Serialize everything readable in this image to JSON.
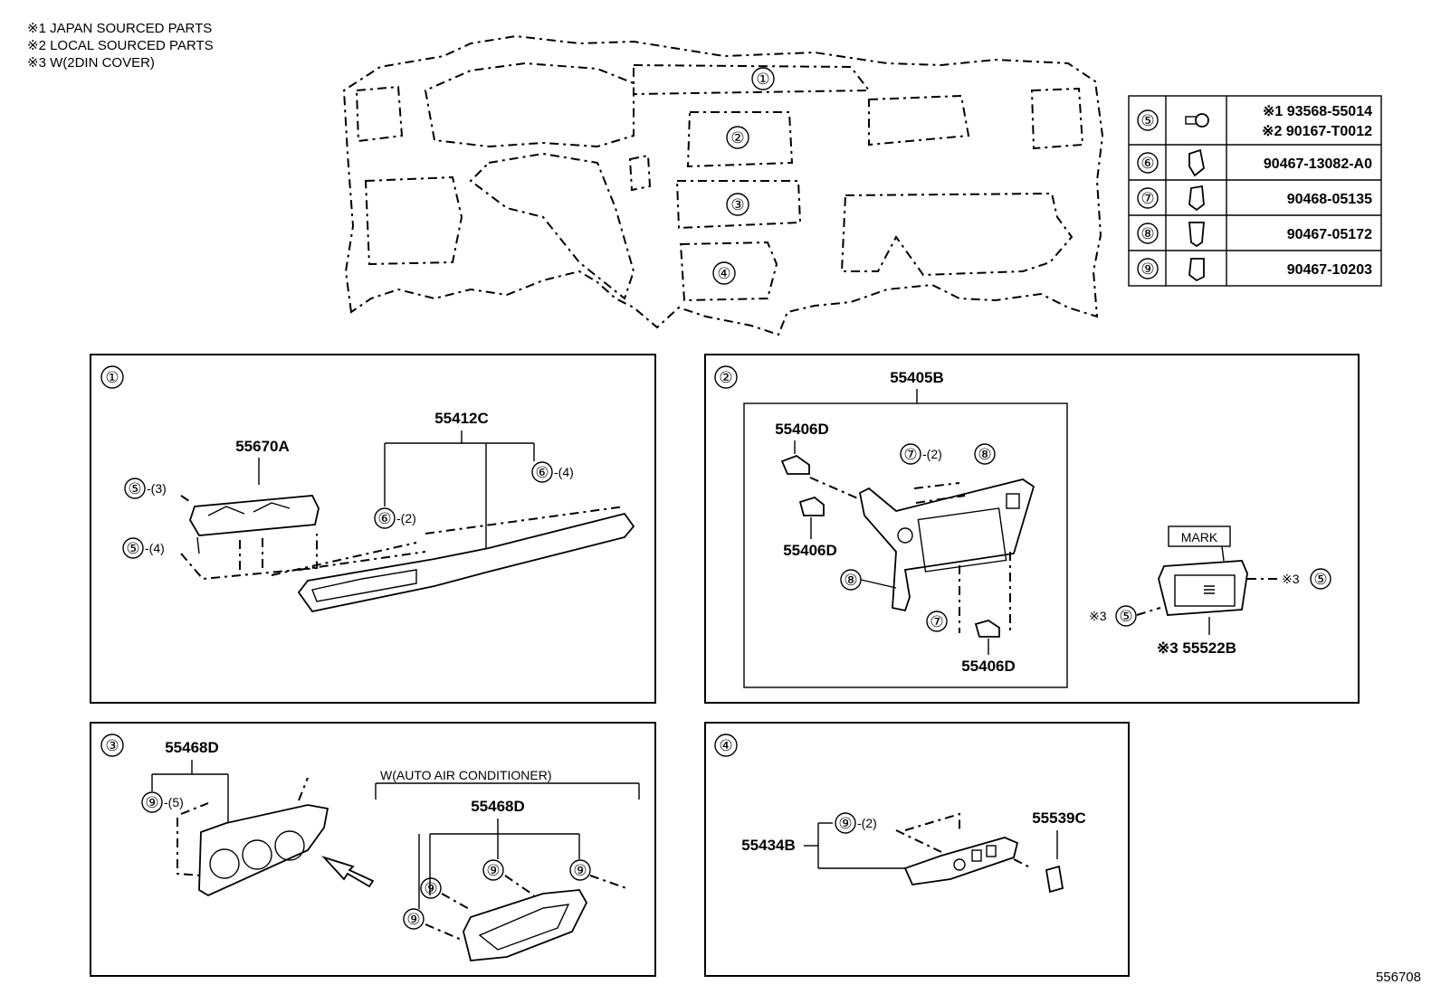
{
  "notes": [
    "※1 JAPAN SOURCED PARTS",
    "※2 LOCAL SOURCED PARTS",
    "※3 W(2DIN COVER)"
  ],
  "overview_callouts": [
    "①",
    "②",
    "③",
    "④"
  ],
  "fastener_table": [
    {
      "key": "⑤",
      "icon": "screw-icon",
      "parts": [
        "※1 93568-55014",
        "※2 90167-T0012"
      ]
    },
    {
      "key": "⑥",
      "icon": "clip-icon",
      "parts": [
        "90467-13082-A0"
      ]
    },
    {
      "key": "⑦",
      "icon": "clip-icon",
      "parts": [
        "90468-05135"
      ]
    },
    {
      "key": "⑧",
      "icon": "clip-icon",
      "parts": [
        "90467-05172"
      ]
    },
    {
      "key": "⑨",
      "icon": "clip-icon",
      "parts": [
        "90467-10203"
      ]
    }
  ],
  "panel1": {
    "id": "①",
    "labels": {
      "p55670a": "55670A",
      "p55412c": "55412C",
      "c5a": "⑤",
      "q5a": "-(3)",
      "c5b": "⑤",
      "q5b": "-(4)",
      "c6a": "⑥",
      "q6a": "-(2)",
      "c6b": "⑥",
      "q6b": "-(4)"
    }
  },
  "panel2": {
    "id": "②",
    "labels": {
      "p55405b": "55405B",
      "p55406d_1": "55406D",
      "p55406d_2": "55406D",
      "p55406d_3": "55406D",
      "c7a": "⑦",
      "q7a": "-(2)",
      "c8a": "⑧",
      "c8b": "⑧",
      "c7b": "⑦",
      "mark": "MARK",
      "note5a": "※3",
      "c5a": "⑤",
      "note5b": "※3",
      "c5b": "⑤",
      "p55522b": "※3 55522B"
    }
  },
  "panel3": {
    "id": "③",
    "labels": {
      "p55468d_1": "55468D",
      "c9": "⑨",
      "q9": "-(5)",
      "variant": "W(AUTO AIR CONDITIONER)",
      "p55468d_2": "55468D",
      "c9a": "⑨",
      "c9b": "⑨",
      "c9c": "⑨",
      "c9d": "⑨"
    }
  },
  "panel4": {
    "id": "④",
    "labels": {
      "p55434b": "55434B",
      "c9": "⑨",
      "q9": "-(2)",
      "p55539c": "55539C"
    }
  },
  "ref_number": "556708"
}
